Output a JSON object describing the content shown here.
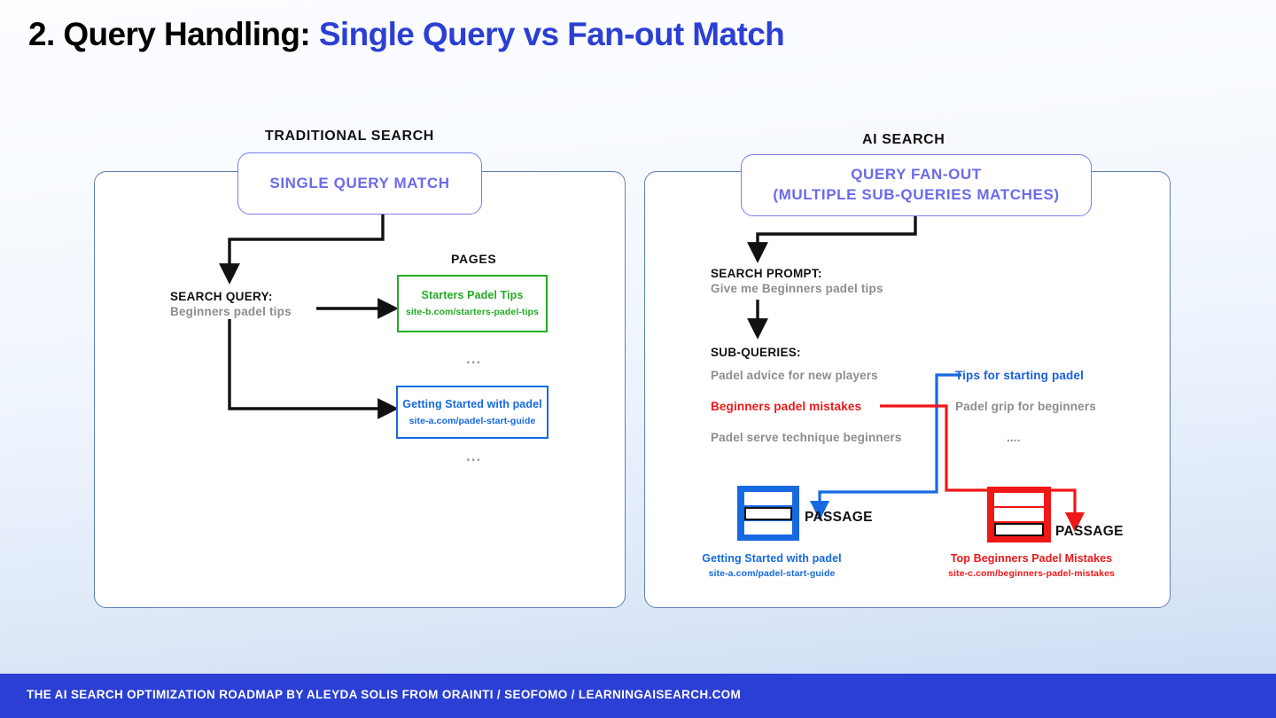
{
  "slide": {
    "title_black": "2. Query Handling:",
    "title_blue": "Single Query vs Fan-out Match",
    "accent_blue": "#2B3FD4",
    "accent_purple": "#6A6AEE",
    "accent_green": "#23AB23",
    "accent_link_blue": "#1669E0",
    "accent_red": "#F01717",
    "panel_border": "#5C7FB4"
  },
  "left_panel": {
    "heading": "TRADITIONAL SEARCH",
    "pill_label": "SINGLE QUERY MATCH",
    "query_label": "SEARCH QUERY:",
    "query_value": "Beginners padel tips",
    "pages_label": "PAGES",
    "ellipsis_top": "...",
    "ellipsis_bottom": "...",
    "results": [
      {
        "title": "Starters Padel Tips",
        "url": "site-b.com/starters-padel-tips",
        "color": "#23AB23"
      },
      {
        "title": "Getting Started with padel",
        "url": "site-a.com/padel-start-guide",
        "color": "#1669E0"
      }
    ]
  },
  "right_panel": {
    "heading": "AI SEARCH",
    "pill_line1": "QUERY FAN-OUT",
    "pill_line2": "(MULTIPLE SUB-QUERIES MATCHES)",
    "prompt_label": "SEARCH PROMPT:",
    "prompt_value": "Give me Beginners padel tips",
    "subqueries_label": "SUB-QUERIES:",
    "subqueries_left": [
      {
        "text": "Padel advice for new players",
        "color": "grey"
      },
      {
        "text": "Beginners padel mistakes",
        "color": "red"
      },
      {
        "text": "Padel serve technique beginners",
        "color": "grey"
      }
    ],
    "subqueries_right": [
      {
        "text": "Tips for starting padel",
        "color": "blue"
      },
      {
        "text": "Padel grip for beginners",
        "color": "grey"
      },
      {
        "text": "....",
        "color": "grey"
      }
    ],
    "passage_label_blue": "PASSAGE",
    "passage_label_red": "PASSAGE",
    "results": [
      {
        "title": "Getting Started with padel",
        "url": "site-a.com/padel-start-guide",
        "color": "#1669E0"
      },
      {
        "title": "Top Beginners Padel Mistakes",
        "url": "site-c.com/beginners-padel-mistakes",
        "color": "#F01717"
      }
    ]
  },
  "footer": {
    "text": "THE AI SEARCH OPTIMIZATION ROADMAP BY ALEYDA SOLIS FROM ORAINTI / SEOFOMO / LEARNINGAISEARCH.COM",
    "background": "#2B3FD4"
  }
}
